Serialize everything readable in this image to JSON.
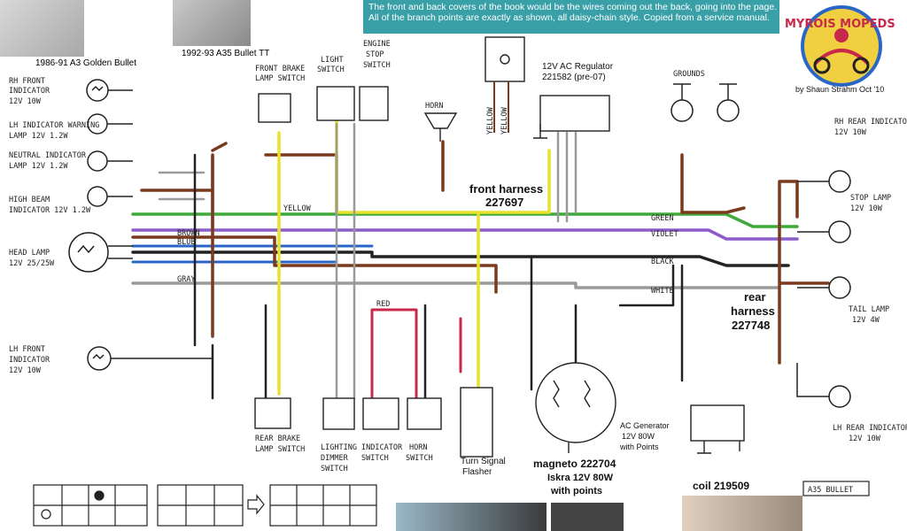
{
  "banner": {
    "line1": "The front and back covers of the book would be the wires coming out the back, going into the page.",
    "line2": "All of the branch points are exactly as shown, all daisy-chain style. Copied from a service manual."
  },
  "logo": {
    "text": "MYROIS MOPEDS",
    "author": "by Shaun Strahm Oct '10"
  },
  "photos": {
    "left_caption": "1986-91 A3 Golden Bullet",
    "mid_caption": "1992-93 A35 Bullet TT"
  },
  "labels": {
    "rh_front": [
      "RH FRONT",
      "INDICATOR",
      "12V 10W"
    ],
    "warning": [
      "LH INDICATOR WARNING",
      "LAMP 12V 1.2W"
    ],
    "neutral": [
      "NEUTRAL INDICATOR",
      "LAMP 12V 1.2W"
    ],
    "high_beam": [
      "HIGH BEAM",
      "INDICATOR 12V 1.2W"
    ],
    "head_lamp": [
      "HEAD LAMP",
      "12V 25/25W"
    ],
    "lh_front": [
      "LH FRONT",
      "INDICATOR",
      "12V 10W"
    ],
    "front_brake": [
      "FRONT BRAKE",
      "LAMP SWITCH"
    ],
    "light_switch": [
      "LIGHT",
      "SWITCH"
    ],
    "engine_stop": [
      "ENGINE",
      "STOP",
      "SWITCH"
    ],
    "horn": "HORN",
    "regulator": [
      "12V AC Regulator",
      "221582 (pre-07)"
    ],
    "grounds": "GROUNDS",
    "rh_rear": [
      "RH REAR INDICATOR",
      "12V 10W"
    ],
    "stop_lamp": [
      "STOP LAMP",
      "12V 10W"
    ],
    "tail_lamp": [
      "TAIL LAMP",
      "12V 4W"
    ],
    "lh_rear": [
      "LH REAR INDICATOR",
      "12V 10W"
    ],
    "front_harness": [
      "front harness",
      "227697"
    ],
    "rear_harness": [
      "rear",
      "harness",
      "227748"
    ],
    "rear_brake": [
      "REAR BRAKE",
      "LAMP SWITCH"
    ],
    "lighting_dimmer": [
      "LIGHTING",
      "DIMMER",
      "SWITCH"
    ],
    "indicator_switch": [
      "INDICATOR",
      "SWITCH"
    ],
    "horn_switch": [
      "HORN",
      "SWITCH"
    ],
    "turn_flasher": [
      "Turn Signal",
      "Flasher"
    ],
    "magneto": [
      "magneto 222704",
      "Iskra 12V 80W",
      "with points"
    ],
    "ac_gen": [
      "AC Generator",
      "12V 80W",
      "with Points"
    ],
    "coil": "coil 219509",
    "a35": "A35 BULLET",
    "reg_wires": [
      "YELLOW",
      "YELLOW"
    ]
  },
  "wire_tags": {
    "green": "GREEN",
    "violet": "VIOLET",
    "black": "BLACK",
    "white": "WHITE",
    "blue": "BLUE",
    "brown": "BROWN",
    "yellow": "YELLOW",
    "gray": "GRAY",
    "red": "RED"
  },
  "colors": {
    "banner": "#3aa0a8",
    "green": "#3faa3a",
    "violet": "#8c5cc8",
    "brown": "#7a3a1e",
    "yellow": "#e8e22a",
    "blue": "#2a66c8",
    "red": "#c8284a",
    "gray": "#9a9a9a",
    "black": "#222222"
  }
}
